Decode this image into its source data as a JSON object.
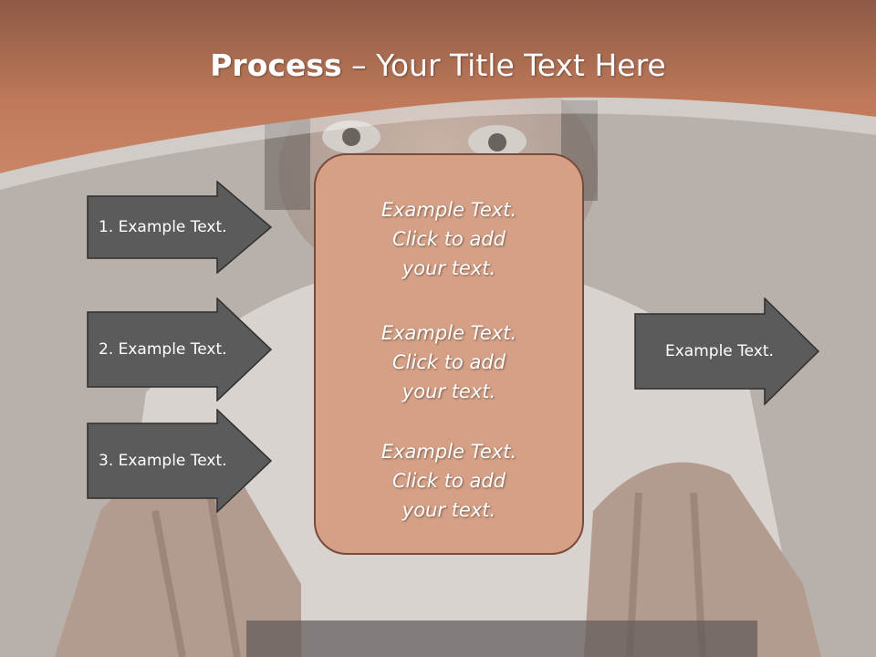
{
  "slide": {
    "title_bold": "Process",
    "title_rest": " – Your Title Text Here"
  },
  "left_arrows": [
    {
      "label": "1. Example Text."
    },
    {
      "label": "2. Example Text."
    },
    {
      "label": "3. Example Text."
    }
  ],
  "center_box": {
    "blocks": [
      {
        "lines": [
          "Example Text.",
          "Click  to add",
          "your text."
        ]
      },
      {
        "lines": [
          "Example Text.",
          "Click  to add",
          "your text."
        ]
      },
      {
        "lines": [
          "Example Text.",
          "Click  to add",
          "your text."
        ]
      }
    ]
  },
  "right_arrow": {
    "label": "Example Text."
  },
  "colors": {
    "header_band": "#c57f5f",
    "arrow_fill": "#5b5b5b",
    "box_fill": "#d5a085",
    "box_border": "#7a4a3c"
  }
}
